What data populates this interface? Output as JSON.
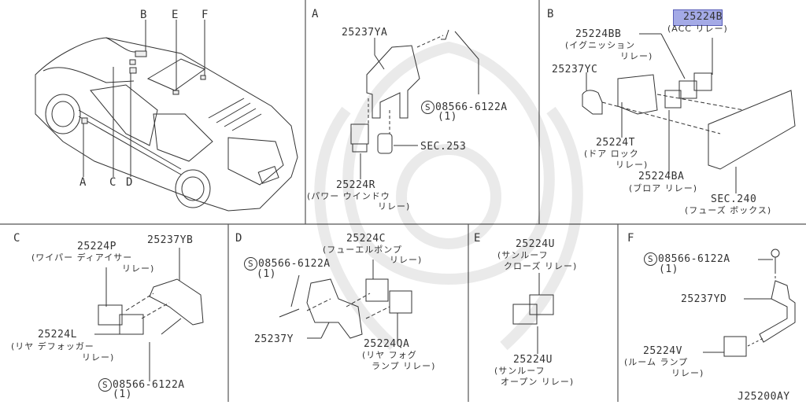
{
  "diagram_id": "J25200AY",
  "highlight": {
    "color": "#7a80d0",
    "target": "25224B"
  },
  "overview": {
    "locators": [
      "A",
      "B",
      "C",
      "D",
      "E",
      "F"
    ]
  },
  "panels": {
    "A": {
      "letter": "A",
      "parts": [
        {
          "no": "25237YA",
          "desc": ""
        },
        {
          "no": "08566-6122A",
          "qty": "(1)",
          "std": "S"
        },
        {
          "no": "SEC.253",
          "desc": ""
        },
        {
          "no": "25224R",
          "desc_line1": "(パワー ウインドウ",
          "desc_line2": "リレー)"
        }
      ]
    },
    "B": {
      "letter": "B",
      "parts": [
        {
          "no_highlighted": "25224",
          "no_rest": "B",
          "desc_line1": "(ACC リレー)"
        },
        {
          "no": "25224BB",
          "desc_line1": "(イグニッション",
          "desc_line2": "リレー)"
        },
        {
          "no": "25237YC",
          "desc": ""
        },
        {
          "no": "25224T",
          "desc_line1": "(ドア ロック",
          "desc_line2": "リレー)"
        },
        {
          "no": "25224BA",
          "desc_line1": "(ブロア リレー)"
        },
        {
          "no": "SEC.240",
          "desc_line1": "(フューズ ボックス)"
        }
      ]
    },
    "C": {
      "letter": "C",
      "parts": [
        {
          "no": "25224P",
          "desc_line1": "(ワイパー ディアイサー",
          "desc_line2": "リレー)"
        },
        {
          "no": "25237YB",
          "desc": ""
        },
        {
          "no": "25224L",
          "desc_line1": "(リヤ デフォッガー",
          "desc_line2": "リレー)"
        },
        {
          "no": "08566-6122A",
          "qty": "(1)",
          "std": "S"
        }
      ]
    },
    "D": {
      "letter": "D",
      "parts": [
        {
          "no": "25224C",
          "desc_line1": "(フューエルポンプ",
          "desc_line2": "リレー)"
        },
        {
          "no": "08566-6122A",
          "qty": "(1)",
          "std": "S"
        },
        {
          "no": "25237Y",
          "desc": ""
        },
        {
          "no": "25224QA",
          "desc_line1": "(リヤ フォグ",
          "desc_line2": "ランプ リレー)"
        }
      ]
    },
    "E": {
      "letter": "E",
      "parts": [
        {
          "no": "25224U",
          "desc_line1": "(サンルーフ",
          "desc_line2": "クローズ リレー)"
        },
        {
          "no": "25224U",
          "desc_line1": "(サンルーフ",
          "desc_line2": "オープン リレー)"
        }
      ]
    },
    "F": {
      "letter": "F",
      "parts": [
        {
          "no": "08566-6122A",
          "qty": "(1)",
          "std": "S"
        },
        {
          "no": "25237YD",
          "desc": ""
        },
        {
          "no": "25224V",
          "desc_line1": "(ルーム ランプ",
          "desc_line2": "リレー)"
        }
      ]
    }
  }
}
